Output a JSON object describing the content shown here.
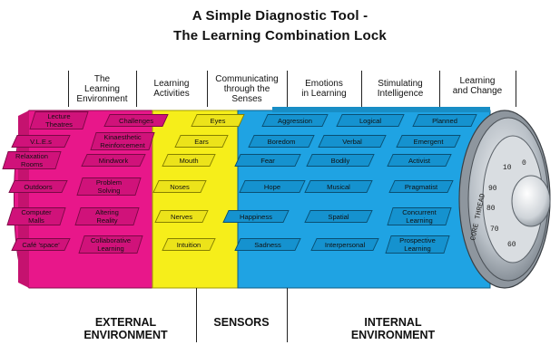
{
  "title_line1": "A Simple Diagnostic Tool -",
  "title_line2": "The Learning Combination Lock",
  "headers": [
    {
      "lines": [
        "The",
        "Learning",
        "Environment"
      ]
    },
    {
      "lines": [
        "Learning",
        "Activities"
      ]
    },
    {
      "lines": [
        "Communicating",
        "through the",
        "Senses"
      ]
    },
    {
      "lines": [
        "Emotions",
        "in Learning"
      ]
    },
    {
      "lines": [
        "Stimulating",
        "Intelligence"
      ]
    },
    {
      "lines": [
        "Learning",
        "and Change"
      ]
    }
  ],
  "columns": {
    "environment": [
      [
        "Lecture",
        "Theatres"
      ],
      [
        "V.L.E.s"
      ],
      [
        "Relaxation",
        "Rooms"
      ],
      [
        "Outdoors"
      ],
      [
        "Computer",
        "Malls"
      ],
      [
        "Café 'space'"
      ]
    ],
    "activities": [
      [
        "Challenges"
      ],
      [
        "Kinaesthetic",
        "Reinforcement"
      ],
      [
        "Mindwork"
      ],
      [
        "Problem",
        "Solving"
      ],
      [
        "Altering",
        "Reality"
      ],
      [
        "Collaborative",
        "Learning"
      ]
    ],
    "senses": [
      [
        "Eyes"
      ],
      [
        "Ears"
      ],
      [
        "Mouth"
      ],
      [
        "Noses"
      ],
      [
        "Nerves"
      ],
      [
        "Intuition"
      ]
    ],
    "emotions": [
      [
        "Aggression"
      ],
      [
        "Boredom"
      ],
      [
        "Fear"
      ],
      [
        "Hope"
      ],
      [
        "Happiness"
      ],
      [
        "Sadness"
      ]
    ],
    "intelligence": [
      [
        "Logical"
      ],
      [
        "Verbal"
      ],
      [
        "Bodily"
      ],
      [
        "Musical"
      ],
      [
        "Spatial"
      ],
      [
        "Interpersonal"
      ]
    ],
    "change": [
      [
        "Planned"
      ],
      [
        "Emergent"
      ],
      [
        "Activist"
      ],
      [
        "Pragmatist"
      ],
      [
        "Concurrent",
        "Learning"
      ],
      [
        "Prospective",
        "Learning"
      ]
    ]
  },
  "dial": {
    "rim_text": "CORE THREAD",
    "numbers": [
      "0",
      "10",
      "90",
      "80",
      "70",
      "60"
    ]
  },
  "bottom": {
    "external": [
      "EXTERNAL",
      "ENVIRONMENT"
    ],
    "sensors": [
      "SENSORS"
    ],
    "internal": [
      "INTERNAL",
      "ENVIRONMENT"
    ]
  },
  "colors": {
    "magenta": "#e8178a",
    "yellow": "#f6ee1a",
    "cyan": "#1fa3e3",
    "steel": "#aab2bb"
  }
}
